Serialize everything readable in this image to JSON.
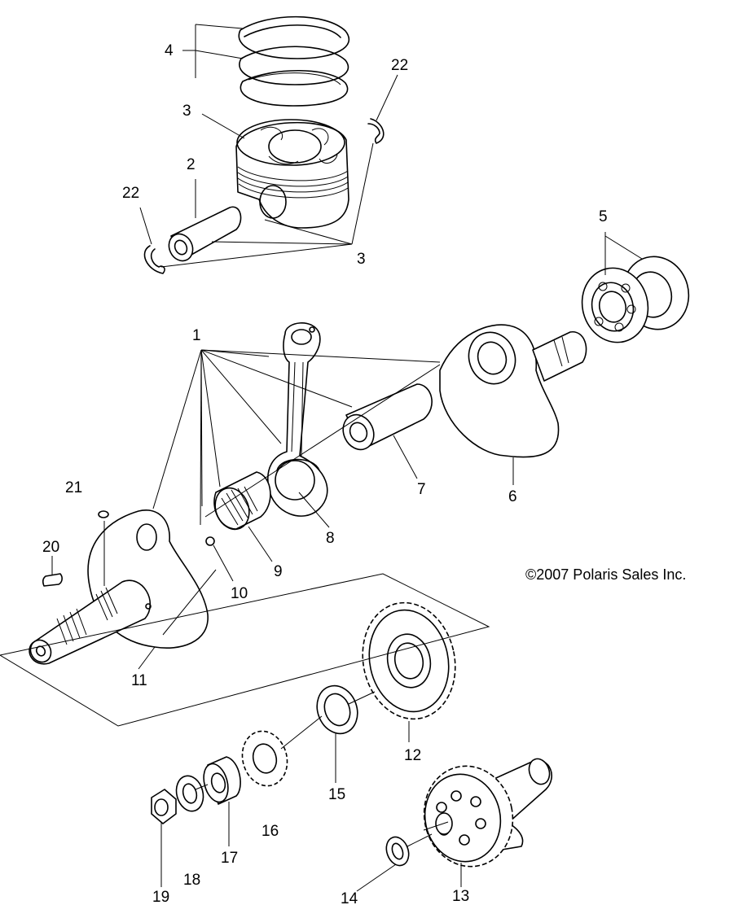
{
  "copyright": "©2007 Polaris Sales Inc.",
  "callouts": {
    "c1": "1",
    "c2": "2",
    "c3a": "3",
    "c3b": "3",
    "c4": "4",
    "c5": "5",
    "c6": "6",
    "c7": "7",
    "c8": "8",
    "c9": "9",
    "c10": "10",
    "c11": "11",
    "c12": "12",
    "c13": "13",
    "c14": "14",
    "c15": "15",
    "c16": "16",
    "c17": "17",
    "c18": "18",
    "c19": "19",
    "c20": "20",
    "c21": "21",
    "c22a": "22",
    "c22b": "22"
  }
}
